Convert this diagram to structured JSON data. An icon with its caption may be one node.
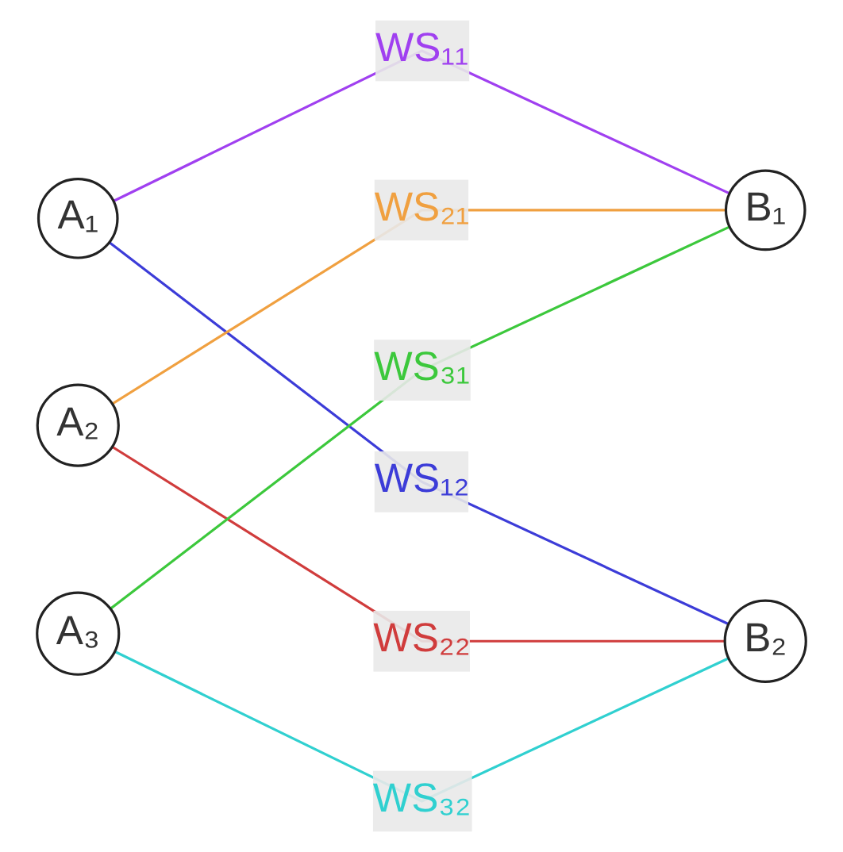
{
  "diagram": {
    "nodes": [
      {
        "text": [
          "A₁"
        ]
      },
      {
        "text": [
          "A₂"
        ]
      },
      {
        "text": [
          "A₃"
        ]
      },
      {
        "text": [
          "B₁"
        ]
      },
      {
        "text": [
          "B₂"
        ]
      }
    ],
    "edges": [
      {
        "from": 0,
        "to": 3,
        "arrow": "none",
        "label": "WS₁₁",
        "color": "#a040f0"
      },
      {
        "from": 0,
        "to": 4,
        "arrow": "none",
        "label": "WS₁₂",
        "color": "#3c3cd8"
      },
      {
        "from": 1,
        "to": 3,
        "arrow": "none",
        "label": "WS₂₁",
        "color": "#f0a040"
      },
      {
        "from": 1,
        "to": 4,
        "arrow": "none",
        "label": "WS₂₂",
        "color": "#d03c3c"
      },
      {
        "from": 2,
        "to": 3,
        "arrow": "none",
        "label": "WS₃₁",
        "color": "#3cc83c"
      },
      {
        "from": 2,
        "to": 4,
        "arrow": "none",
        "label": "WS₃₂",
        "color": "#30d0d0"
      }
    ]
  }
}
